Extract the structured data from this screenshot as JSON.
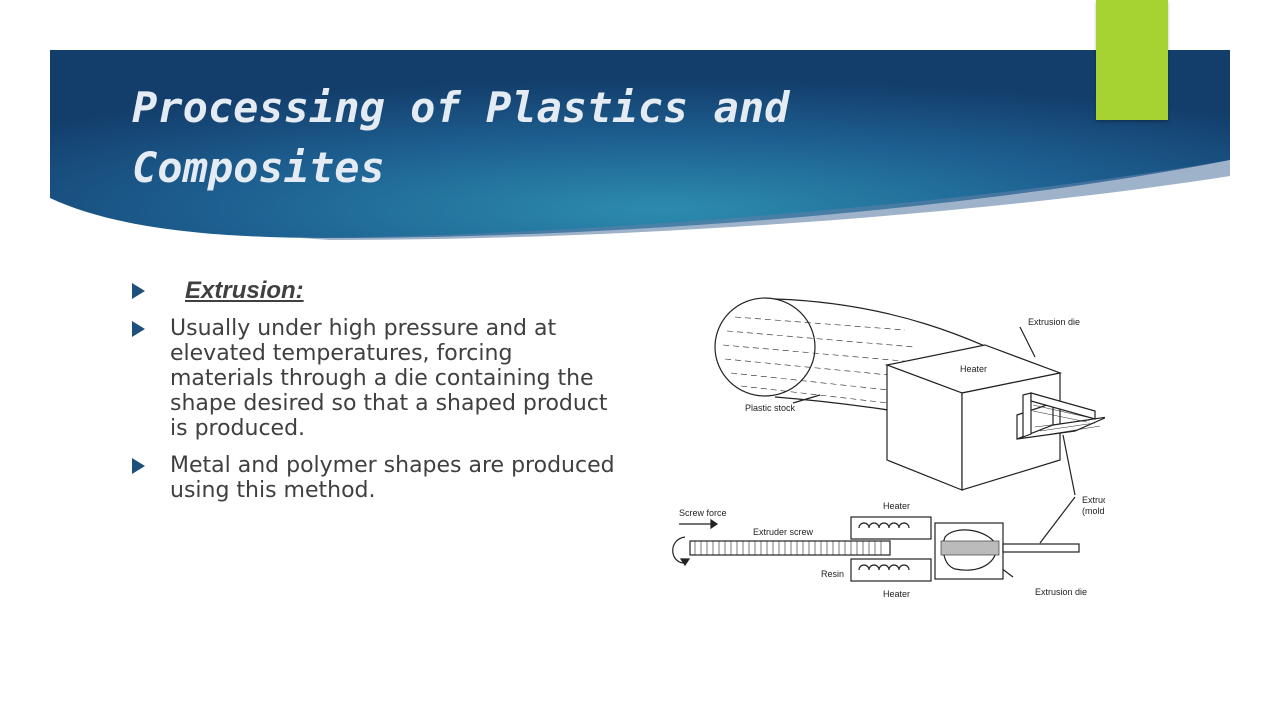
{
  "slide": {
    "title": "Processing of Plastics and Composites",
    "bullets": [
      {
        "text": "Extrusion:"
      },
      {
        "text": "Usually under high pressure and at elevated temperatures, forcing materials through a die containing the shape desired so that a shaped product is produced."
      },
      {
        "text": "Metal and polymer shapes are produced using this method."
      }
    ]
  },
  "figure": {
    "labels": {
      "extrusion_die_top": "Extrusion die",
      "heater_box": "Heater",
      "plastic_stock": "Plastic stock",
      "extruded_product": "Extruded product",
      "molding": "(molding)",
      "screw_force": "Screw force",
      "heater_top": "Heater",
      "extruder_screw": "Extruder screw",
      "resin": "Resin",
      "heater_bottom": "Heater",
      "extrusion_die_bottom": "Extrusion die"
    }
  },
  "colors": {
    "banner_dark": "#133d6b",
    "banner_light": "#2c8cae",
    "accent": "#a6d331",
    "title_text": "#e4ebf2",
    "bullet_arrow": "#1f4f7d",
    "body_text": "#404040"
  }
}
